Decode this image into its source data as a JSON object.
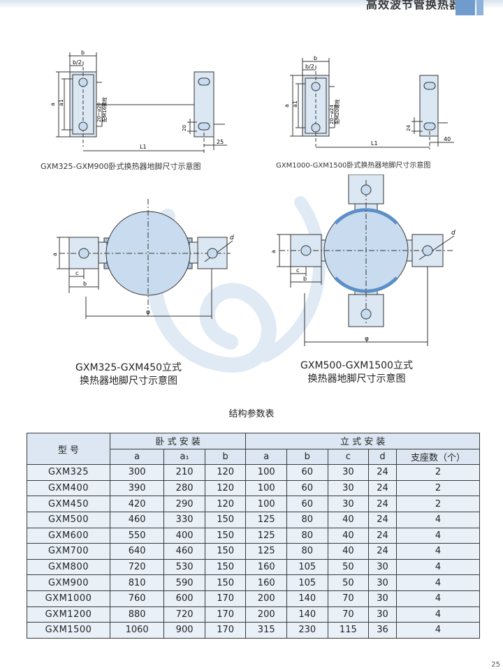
{
  "header": {
    "title": "高效波节管换热器"
  },
  "figure1": {
    "caption": "GXM325-GXM900卧式换热器地脚尺寸示意图",
    "labels": {
      "b": "b",
      "b2": "b/2",
      "a": "a",
      "a1": "a1",
      "d20": "20",
      "slot": "20~⌀20",
      "bolt": "配M16螺栓",
      "L1": "L1",
      "d25": "25"
    }
  },
  "figure2": {
    "caption": "GXM1000-GXM1500卧式换热器地脚尺寸示意图",
    "labels": {
      "b": "b",
      "b2": "b/2",
      "a": "a",
      "a1": "a1",
      "d24": "24",
      "slot": "20~⌀24",
      "bolt": "配M20螺栓",
      "L1": "L1",
      "d40": "40"
    }
  },
  "figure3": {
    "caption_line1": "GXM325-GXM450立式",
    "caption_line2": "换热器地脚尺寸示意图",
    "labels": {
      "a": "a",
      "c": "c",
      "b": "b",
      "phi": "φ",
      "d": "d"
    }
  },
  "figure4": {
    "caption_line1": "GXM500-GXM1500立式",
    "caption_line2": "换热器地脚尺寸示意图",
    "labels": {
      "a": "a",
      "c": "c",
      "b": "b",
      "phi": "φ",
      "d": "d"
    }
  },
  "table": {
    "title": "结构参数表",
    "model_header": "型 号",
    "group_horizontal": "卧 式 安 装",
    "group_vertical": "立 式 安 装",
    "sub_headers": [
      "a",
      "a₁",
      "b",
      "a",
      "b",
      "c",
      "d",
      "支座数（个）"
    ],
    "rows": [
      [
        "GXM325",
        "300",
        "210",
        "120",
        "100",
        "60",
        "30",
        "24",
        "2"
      ],
      [
        "GXM400",
        "390",
        "280",
        "120",
        "100",
        "60",
        "30",
        "24",
        "2"
      ],
      [
        "GXM450",
        "420",
        "290",
        "120",
        "100",
        "60",
        "30",
        "24",
        "2"
      ],
      [
        "GXM500",
        "460",
        "330",
        "150",
        "125",
        "80",
        "40",
        "24",
        "4"
      ],
      [
        "GXM600",
        "550",
        "400",
        "150",
        "125",
        "80",
        "40",
        "24",
        "4"
      ],
      [
        "GXM700",
        "640",
        "460",
        "150",
        "125",
        "80",
        "40",
        "24",
        "4"
      ],
      [
        "GXM800",
        "720",
        "530",
        "150",
        "160",
        "105",
        "50",
        "30",
        "4"
      ],
      [
        "GXM900",
        "810",
        "590",
        "150",
        "160",
        "105",
        "50",
        "30",
        "4"
      ],
      [
        "GXM1000",
        "760",
        "600",
        "170",
        "200",
        "140",
        "70",
        "30",
        "4"
      ],
      [
        "GXM1200",
        "880",
        "720",
        "170",
        "200",
        "140",
        "70",
        "30",
        "4"
      ],
      [
        "GXM1500",
        "1060",
        "900",
        "170",
        "315",
        "230",
        "115",
        "36",
        "4"
      ]
    ]
  },
  "page_number": "25",
  "colors": {
    "fill": "#c9dcef",
    "line": "#333333",
    "table_bg": "#e9f0f8",
    "accent": "#6f9ccd"
  }
}
